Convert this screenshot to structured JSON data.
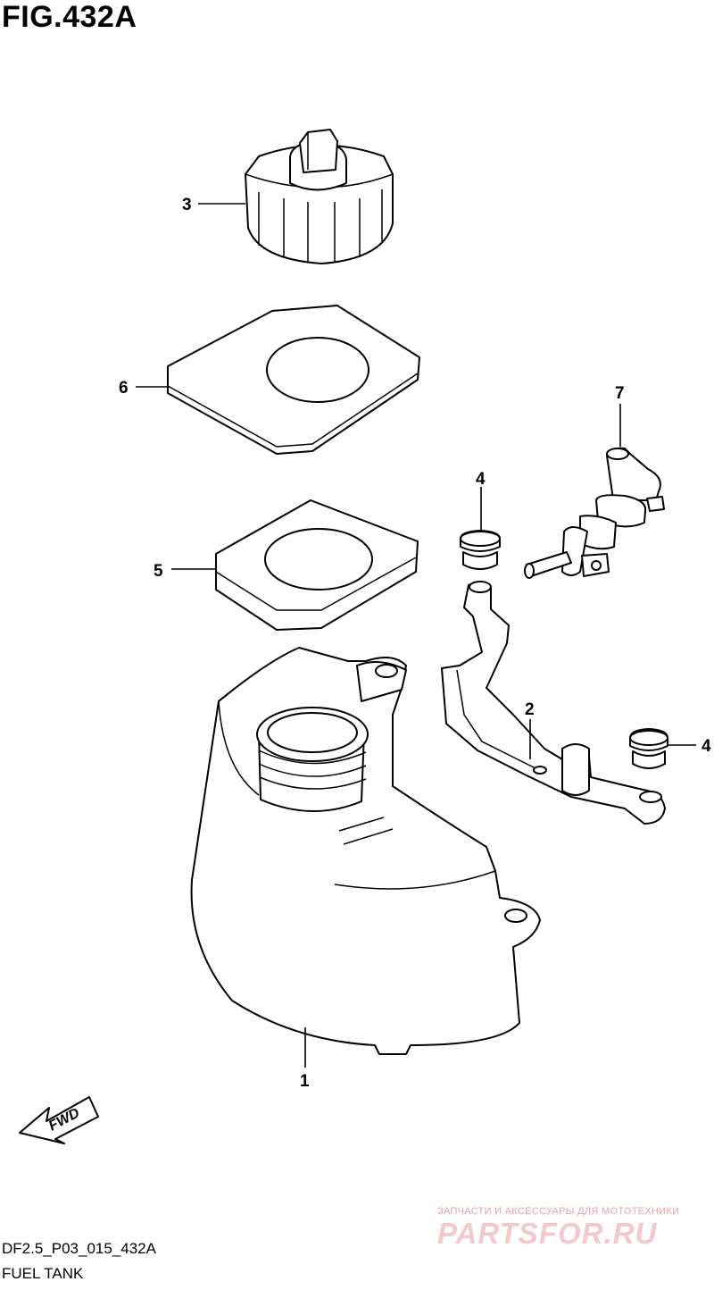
{
  "figure": {
    "title": "FIG.432A"
  },
  "callouts": {
    "tank": "1",
    "bracket": "2",
    "cap": "3",
    "grommet_upper": "4",
    "grommet_right": "4",
    "seal_lower": "5",
    "seal_upper": "6",
    "valve": "7"
  },
  "fwd_label": "FWD",
  "footer": {
    "code": "DF2.5_P03_015_432A",
    "name": "FUEL TANK"
  },
  "watermark": {
    "tagline": "ЗАПЧАСТИ И АКСЕССУАРЫ ДЛЯ МОТОТЕХНИКИ",
    "logo": "PARTSFOR.RU"
  }
}
